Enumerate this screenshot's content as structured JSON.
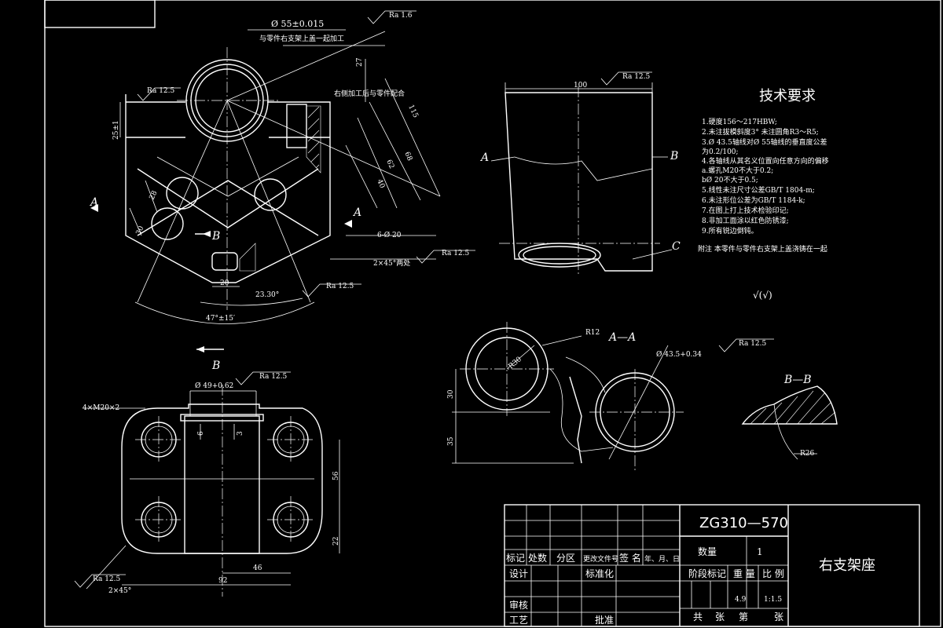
{
  "drawing": {
    "title_block": {
      "material": "ZG310—570",
      "part_name": "右支架座",
      "quantity_label": "数量",
      "quantity_value": "1",
      "stage_label": "阶段标记",
      "weight_label": "重 量",
      "ratio_label": "比 例",
      "weight_value": "4.9",
      "ratio_value": "1:1.5",
      "sheet_total": "共",
      "sheet_unit1": "张",
      "sheet_no": "第",
      "sheet_unit2": "张",
      "revision_row": [
        "标记",
        "处数",
        "分区",
        "更改文件号",
        "签 名",
        "年、月、日"
      ],
      "design_label": "设计",
      "standard_label": "标准化",
      "review_label": "审核",
      "process_label": "工艺",
      "approve_label": "批准"
    },
    "tech_requirements": {
      "heading": "技术要求",
      "items": [
        "1.硬度156～217HBW;",
        "2.未注拔模斜度3° 未注圆角R3～R5;",
        "3.Ø 43.5轴线对Ø 55轴线的垂直度公差",
        "   为0.2/100;",
        "4.各轴线从其名义位置向任意方向的偏移",
        "   a.螺孔M20不大于0.2;",
        "   bØ 20不大于0.5;",
        "5.线性未注尺寸公差GB/T 1804-m;",
        "6.未注形位公差为GB/T 1184-k;",
        "7.在图上打上技术检验印记;",
        "8.非加工面涂以红色防锈漆;",
        "9.所有锐边倒钝。"
      ],
      "note": "附注   本零件与零件右支架上盖浇铸在一起",
      "roughness_symbol": "√(√)"
    },
    "front_view": {
      "bore_dim": "Ø 55±0.015",
      "bore_note": "与零件右支架上盖一起加工",
      "ra_top": "Ra 1.6",
      "ra_left": "Ra 12.5",
      "ra_chamfer": "Ra 12.5",
      "ra_bottom": "Ra 12.5",
      "dim_25": "25±1",
      "dim_27": "27",
      "dim_115": "115",
      "dim_68": "68",
      "dim_62": "62",
      "dim_40": "40",
      "dim_28": "28",
      "dim_30": "30",
      "dim_20": "20",
      "dim_angle1": "23.30°",
      "dim_angle2": "47°±15′",
      "holes": "6-Ø 20",
      "chamfer": "2×45°两处",
      "section_label_a": "A",
      "section_label_b": "B",
      "side_note": "右侧加工后与零件配合"
    },
    "side_view": {
      "dim_100": "100",
      "ra": "Ra 12.5",
      "label_a": "A",
      "label_b": "B",
      "label_c": "C"
    },
    "top_view": {
      "bore_dim": "Ø 49+0.62",
      "ra_top": "Ra 12.5",
      "thread": "4×M20×2",
      "dim_6": "6",
      "dim_3": "3",
      "dim_56": "56",
      "dim_22": "22",
      "dim_46": "46",
      "dim_92": "92",
      "ra_left": "Ra 12.5",
      "chamfer": "2×45°"
    },
    "section_aa": {
      "title": "A—A",
      "r12": "R12",
      "r30": "R30",
      "bore_dim": "Ø 43.5+0.34",
      "ra": "Ra 12.5",
      "dim_30": "30",
      "dim_35": "35"
    },
    "section_bb": {
      "title": "B—B",
      "r26": "R26"
    }
  }
}
